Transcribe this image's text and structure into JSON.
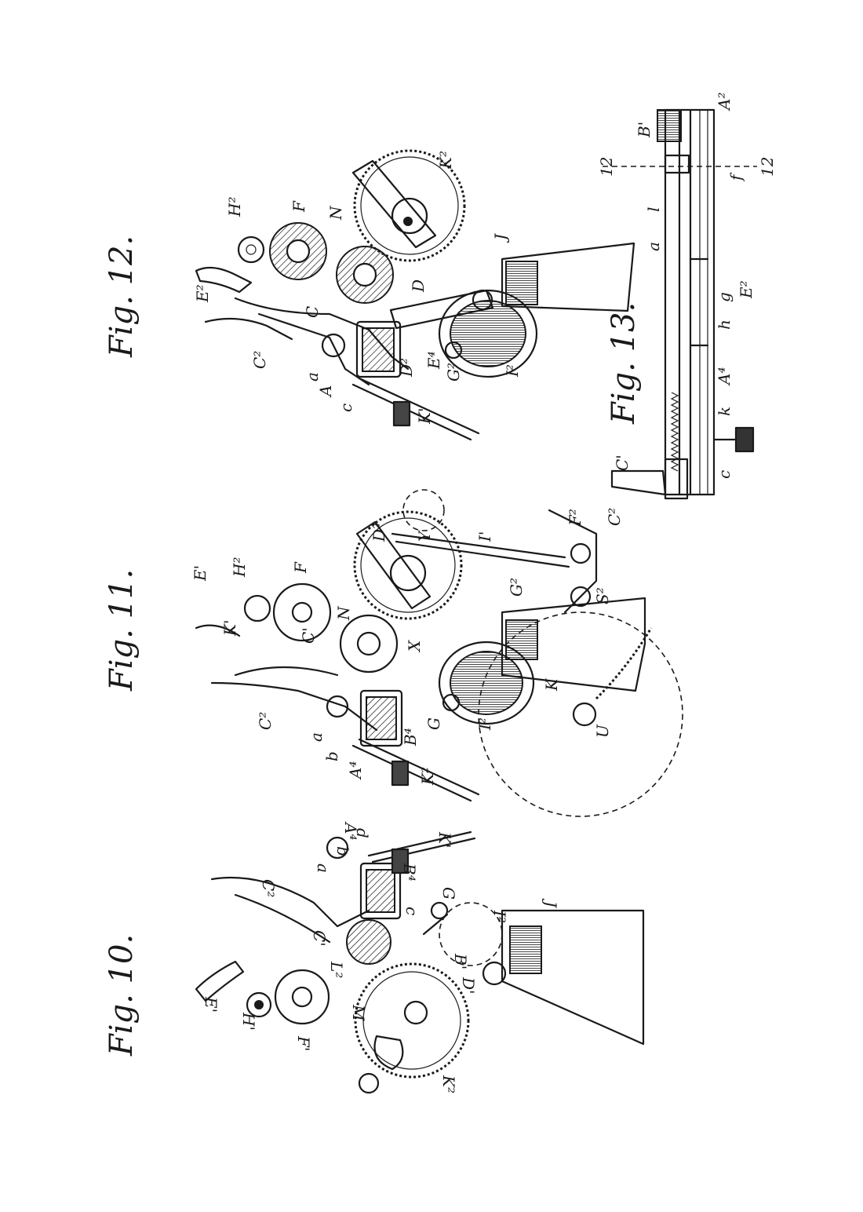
{
  "figures": [
    {
      "id": "fig10",
      "caption": "Fig. 10.",
      "labels": [
        "E'",
        "H'",
        "F'",
        "C'",
        "C²",
        "a",
        "b",
        "d",
        "A⁴",
        "B⁴",
        "K'",
        "c",
        "J",
        "B'",
        "D'",
        "K²",
        "I²",
        "M",
        "L²",
        "G"
      ]
    },
    {
      "id": "fig11",
      "caption": "Fig. 11.",
      "labels": [
        "E'",
        "H²",
        "F",
        "K'",
        "C²",
        "C'",
        "a",
        "b",
        "A⁴",
        "K²",
        "B⁴",
        "G",
        "I²",
        "U",
        "K",
        "S²",
        "I'",
        "Y",
        "D²",
        "X",
        "N",
        "G²",
        "F²"
      ]
    },
    {
      "id": "fig12",
      "caption": "Fig. 12.",
      "labels": [
        "H²",
        "E²",
        "F",
        "N",
        "K²",
        "C²",
        "C",
        "a",
        "A",
        "c",
        "K'",
        "D",
        "D²",
        "E⁴",
        "G²",
        "I²",
        "J"
      ]
    },
    {
      "id": "fig13",
      "caption": "Fig. 13.",
      "labels": [
        "C'",
        "C²",
        "c",
        "k",
        "A⁴",
        "h",
        "g",
        "a",
        "l",
        "B'",
        "f",
        "A²",
        "E²",
        "12",
        "12"
      ]
    }
  ]
}
